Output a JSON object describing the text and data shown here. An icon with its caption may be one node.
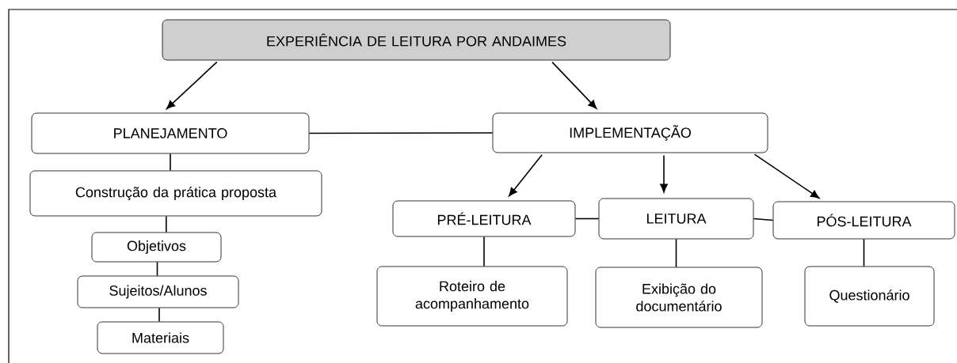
{
  "diagram": {
    "nodes": [
      {
        "text": [
          "EXPERIÊNCIA DE LEITURA POR ANDAIMES"
        ]
      },
      {
        "text": [
          "PLANEJAMENTO"
        ]
      },
      {
        "text": [
          "IMPLEMENTAÇÃO"
        ]
      },
      {
        "text": [
          "Construção da prática proposta"
        ]
      },
      {
        "text": [
          "Objetivos"
        ]
      },
      {
        "text": [
          "Sujeitos/Alunos"
        ]
      },
      {
        "text": [
          "Materiais"
        ]
      },
      {
        "text": [
          "PRÉ-LEITURA"
        ]
      },
      {
        "text": [
          "LEITURA"
        ]
      },
      {
        "text": [
          "PÓS-LEITURA"
        ]
      },
      {
        "text": [
          "Roteiro de acompanhamento"
        ]
      },
      {
        "text": [
          "Exibição do documentário"
        ]
      },
      {
        "text": [
          "Questionário"
        ]
      }
    ],
    "edges": [
      {
        "from": 0,
        "to": 1,
        "arrow": "to"
      },
      {
        "from": 0,
        "to": 2,
        "arrow": "to"
      },
      {
        "from": 1,
        "to": 2,
        "arrow": "none"
      },
      {
        "from": 1,
        "to": 3,
        "arrow": "none"
      },
      {
        "from": 3,
        "to": 4,
        "arrow": "none"
      },
      {
        "from": 4,
        "to": 5,
        "arrow": "none"
      },
      {
        "from": 5,
        "to": 6,
        "arrow": "none"
      },
      {
        "from": 2,
        "to": 7,
        "arrow": "to"
      },
      {
        "from": 2,
        "to": 8,
        "arrow": "to"
      },
      {
        "from": 2,
        "to": 9,
        "arrow": "to"
      },
      {
        "from": 7,
        "to": 8,
        "arrow": "none"
      },
      {
        "from": 8,
        "to": 9,
        "arrow": "none"
      },
      {
        "from": 7,
        "to": 10,
        "arrow": "none"
      },
      {
        "from": 8,
        "to": 11,
        "arrow": "none"
      },
      {
        "from": 9,
        "to": 12,
        "arrow": "none"
      }
    ]
  }
}
